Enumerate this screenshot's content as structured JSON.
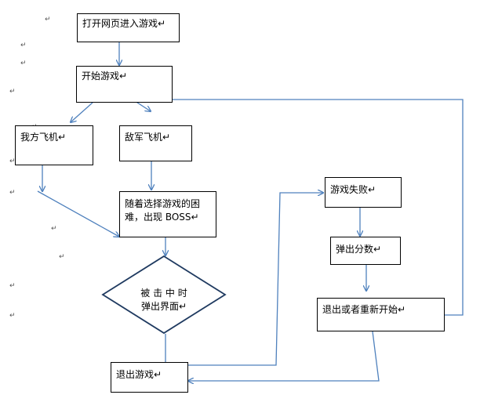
{
  "flowchart": {
    "nodes": {
      "enter_game": "打开网页进入游戏↵",
      "start_game": "开始游戏↵",
      "my_plane": "我方飞机↵",
      "enemy_plane": "敌军飞机↵",
      "boss_line1": "随着选择游戏的困",
      "boss_line2": "难，出现 BOSS↵",
      "hit_line1": "被 击 中 时",
      "hit_line2": "弹出界面↵",
      "exit_game": "退出游戏↵",
      "game_fail": "游戏失败↵",
      "show_score": "弹出分数↵",
      "exit_or_restart": "退出或者重新开始↵"
    },
    "return_mark": "↵"
  }
}
